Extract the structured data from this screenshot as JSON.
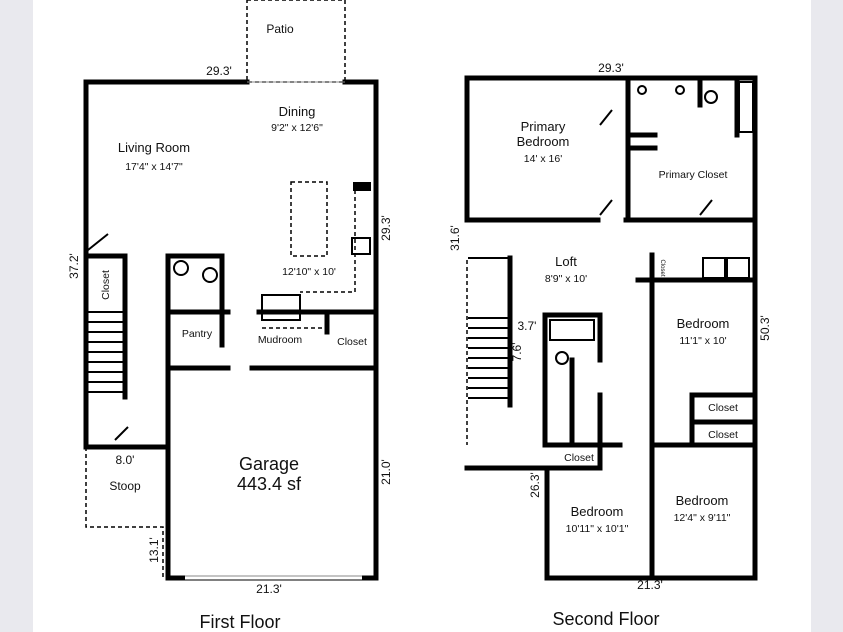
{
  "first_floor": {
    "title": "First Floor",
    "rooms": {
      "patio": "Patio",
      "dining": "Dining",
      "dining_size": "9'2\" x 12'6\"",
      "living": "Living Room",
      "living_size": "17'4\" x 14'7\"",
      "kitchen_size": "12'10\" x 10'",
      "closet_left": "Closet",
      "pantry": "Pantry",
      "mudroom": "Mudroom",
      "closet_mud": "Closet",
      "garage": "Garage",
      "garage_size": "443.4 sf",
      "stoop": "Stoop"
    },
    "dims": {
      "top": "29.3'",
      "right": "29.3'",
      "left": "37.2'",
      "stoop": "8.0'",
      "garage_right": "21.0'",
      "garage_bottom": "21.3'",
      "stoop_left": "13.1'"
    }
  },
  "second_floor": {
    "title": "Second Floor",
    "rooms": {
      "primary": "Primary",
      "primary2": "Bedroom",
      "primary_size": "14' x 16'",
      "primary_closet": "Primary Closet",
      "loft": "Loft",
      "loft_size": "8'9\" x 10'",
      "closet_small": "Closet",
      "bed1": "Bedroom",
      "bed1_size": "11'1\" x 10'",
      "closet_a": "Closet",
      "closet_b": "Closet",
      "closet_c": "Closet",
      "bed2": "Bedroom",
      "bed2_size": "10'11\" x 10'1\"",
      "bed3": "Bedroom",
      "bed3_size": "12'4\" x 9'11\""
    },
    "dims": {
      "top": "29.3'",
      "left": "31.6'",
      "right": "50.3'",
      "bath_w": "3.7'",
      "bath_h": "7.6'",
      "left_lower": "26.3'",
      "bottom": "21.3'"
    }
  }
}
